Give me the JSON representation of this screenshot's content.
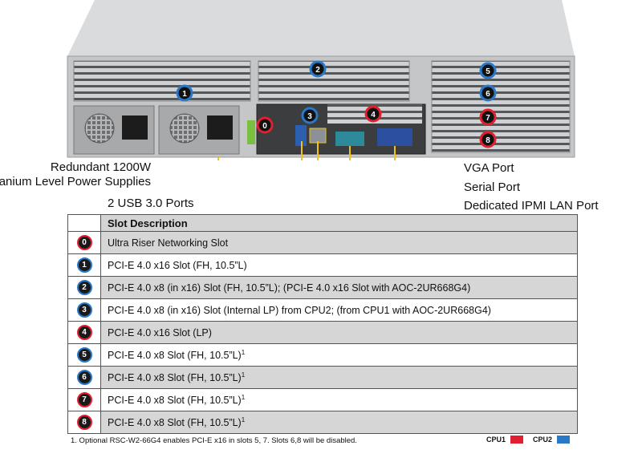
{
  "callouts": {
    "psu_line1": "Redundant 1200W",
    "psu_line2": "Titanium Level Power Supplies",
    "usb": "2 USB 3.0 Ports",
    "vga": "VGA Port",
    "serial": "Serial Port",
    "ipmi": "Dedicated IPMI LAN Port"
  },
  "chassis_badges": [
    "0",
    "1",
    "2",
    "3",
    "4",
    "5",
    "6",
    "7",
    "8"
  ],
  "table": {
    "header": "Slot Description",
    "rows": [
      {
        "num": "0",
        "cpu": "cpu1",
        "desc": "Ultra Riser Networking Slot",
        "sup": ""
      },
      {
        "num": "1",
        "cpu": "cpu2",
        "desc": "PCI-E 4.0 x16 Slot (FH, 10.5”L)",
        "sup": ""
      },
      {
        "num": "2",
        "cpu": "cpu2",
        "desc": "PCI-E 4.0 x8 (in x16) Slot (FH, 10.5”L); (PCI-E 4.0 x16 Slot with AOC-2UR668G4)",
        "sup": ""
      },
      {
        "num": "3",
        "cpu": "cpu2",
        "desc": "PCI-E 4.0 x8 (in x16) Slot (Internal LP) from CPU2; (from CPU1 with AOC-2UR668G4)",
        "sup": ""
      },
      {
        "num": "4",
        "cpu": "cpu1",
        "desc": "PCI-E 4.0 x16 Slot (LP)",
        "sup": ""
      },
      {
        "num": "5",
        "cpu": "cpu2",
        "desc": "PCI-E 4.0 x8 Slot (FH, 10.5”L)",
        "sup": "1"
      },
      {
        "num": "6",
        "cpu": "cpu2",
        "desc": "PCI-E 4.0 x8 Slot (FH, 10.5”L)",
        "sup": "1"
      },
      {
        "num": "7",
        "cpu": "cpu1",
        "desc": "PCI-E 4.0 x8 Slot (FH, 10.5”L)",
        "sup": "1"
      },
      {
        "num": "8",
        "cpu": "cpu1",
        "desc": "PCI-E 4.0 x8 Slot (FH, 10.5”L)",
        "sup": "1"
      }
    ]
  },
  "footnote": "1. Optional RSC-W2-66G4 enables PCI-E x16 in slots 5, 7.  Slots 6,8 will be disabled.",
  "legend": {
    "cpu1_label": "CPU1",
    "cpu2_label": "CPU2",
    "cpu1_color": "#e0202e",
    "cpu2_color": "#2a78c8"
  },
  "colors": {
    "callout_line": "#f2c21b",
    "chassis": "#c4c6c8"
  }
}
